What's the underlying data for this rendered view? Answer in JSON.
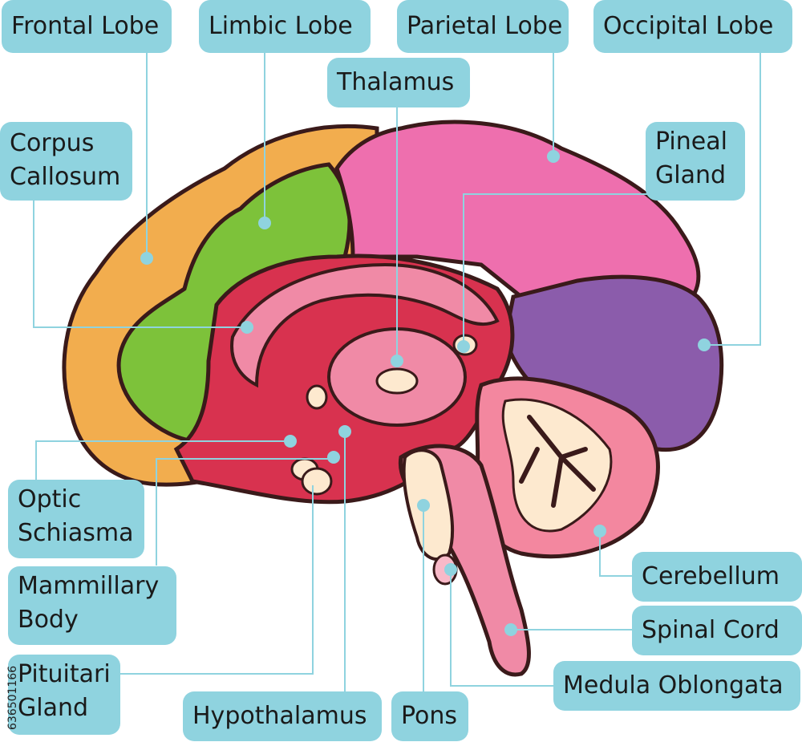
{
  "labels": {
    "frontal_lobe": "Frontal Lobe",
    "limbic_lobe": "Limbic Lobe",
    "parietal_lobe": "Parietal Lobe",
    "occipital_lobe": "Occipital Lobe",
    "thalamus": "Thalamus",
    "corpus_callosum_1": "Corpus",
    "corpus_callosum_2": "Callosum",
    "pineal_gland_1": "Pineal",
    "pineal_gland_2": "Gland",
    "optic_schiasma_1": "Optic",
    "optic_schiasma_2": "Schiasma",
    "mammillary_body_1": "Mammillary",
    "mammillary_body_2": "Body",
    "pituitari_gland_1": "Pituitari",
    "pituitari_gland_2": "Gland",
    "hypothalamus": "Hypothalamus",
    "pons": "Pons",
    "cerebellum": "Cerebellum",
    "spinal_cord": "Spinal Cord",
    "medula_oblongata": "Medula Oblongata"
  },
  "stock_id": "636501166",
  "colors": {
    "label_bg": "#8fd3df",
    "leader_line": "#8fd3df",
    "outline": "#3a1a1a",
    "frontal": "#f2ad4e",
    "limbic": "#7dc23a",
    "parietal": "#ee6fae",
    "occipital": "#8b5cab",
    "inner_red": "#d8324f",
    "inner_pink": "#f08aa6",
    "light_pink": "#f8b9c8",
    "cream": "#fde9cf",
    "cerebellum": "#f3879f"
  }
}
